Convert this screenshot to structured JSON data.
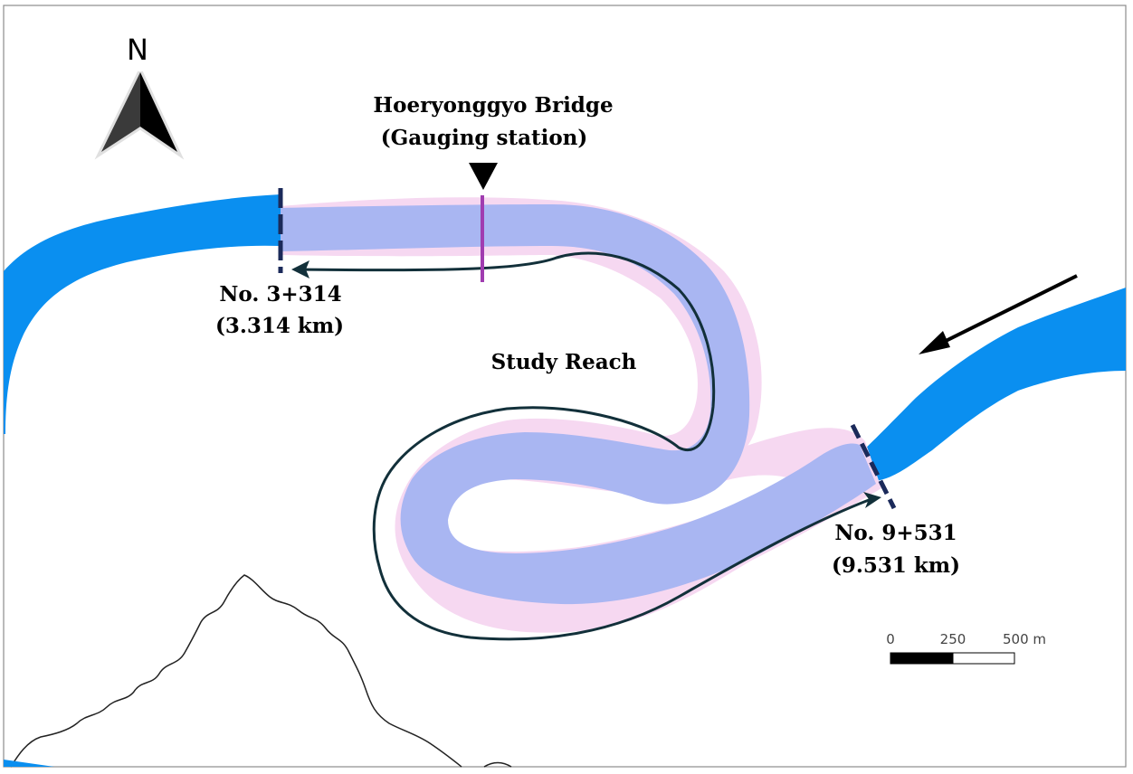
{
  "north_arrow": {
    "label": "N"
  },
  "bridge": {
    "name": "Hoeryonggyo Bridge",
    "subtitle": "(Gauging station)"
  },
  "downstream_section": {
    "label": "No. 3+314",
    "distance": "(3.314 km)"
  },
  "upstream_section": {
    "label": "No. 9+531",
    "distance": "(9.531 km)"
  },
  "study_reach": {
    "label": "Study Reach"
  },
  "scale_bar": {
    "ticks": [
      "0",
      "250",
      "500 m"
    ]
  },
  "colors": {
    "river": "#0a8ff0",
    "reach_channel": "#a9b6f2",
    "floodplain": "#f6d8f1",
    "section_line": "#1b2a5a",
    "bridge_line": "#a03cb0",
    "reach_outline": "#12303a",
    "border": "#808080"
  }
}
